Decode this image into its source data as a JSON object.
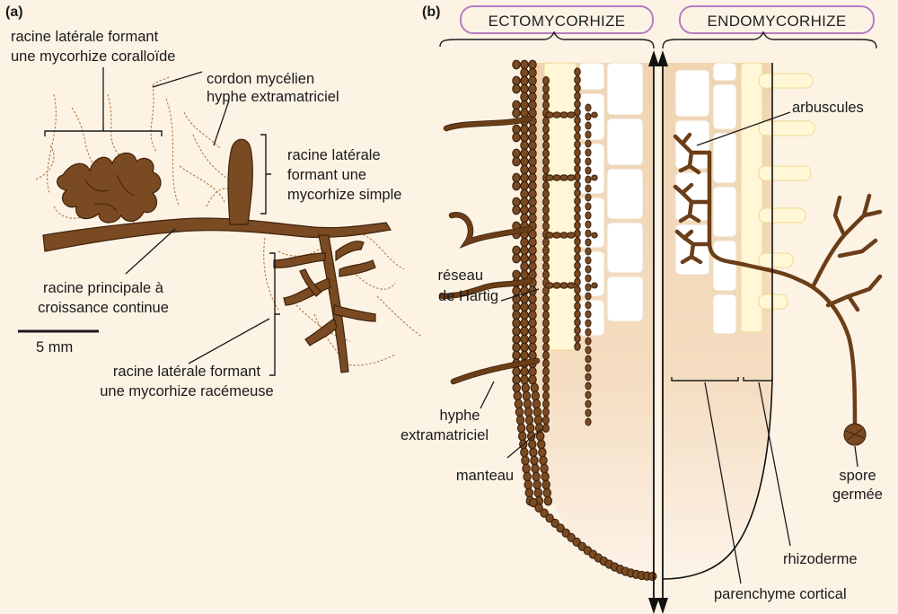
{
  "panels": {
    "a": {
      "label": "(a)"
    },
    "b": {
      "label": "(b)"
    }
  },
  "scale_bar": {
    "label": "5 mm"
  },
  "labels_a": {
    "coralloid_l1": "racine latérale formant",
    "coralloid_l2": "une mycorhize coralloïde",
    "cord_l1": "cordon mycélien",
    "cord_l2": "hyphe extramatriciel",
    "simple_l1": "racine latérale",
    "simple_l2": "formant une",
    "simple_l3": "mycorhize simple",
    "main_l1": "racine principale à",
    "main_l2": "croissance continue",
    "race_l1": "racine latérale formant",
    "race_l2": "une mycorhize racémeuse"
  },
  "headers_b": {
    "ecto": "ECTOMYCORHIZE",
    "endo": "ENDOMYCORHIZE"
  },
  "labels_b": {
    "hartig_l1": "réseau",
    "hartig_l2": "de Hartig",
    "hyphe_l1": "hyphe",
    "hyphe_l2": "extramatriciel",
    "manteau": "manteau",
    "arbuscules": "arbuscules",
    "spore_l1": "spore",
    "spore_l2": "germée",
    "rhizoderme": "rhizoderme",
    "parenchyme": "parenchyme cortical"
  },
  "colors": {
    "background": "#fdf3e5",
    "fungus": "#7a4a22",
    "fungus_dark": "#3e220c",
    "root_tissue": "#f3dcc0",
    "stele": "#fff3c8",
    "header_border": "#b57bc4"
  }
}
